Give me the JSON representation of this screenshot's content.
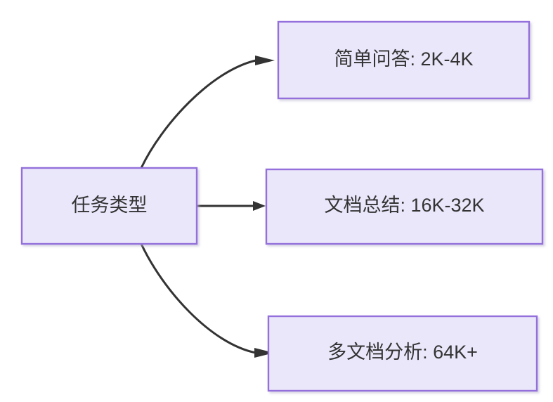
{
  "diagram": {
    "type": "flowchart",
    "direction": "left-to-right",
    "background_color": "#ffffff",
    "node_fill_color": "#ebe7fb",
    "node_border_color": "#9370db",
    "node_text_color": "#333333",
    "edge_color": "#333333",
    "source_node": {
      "id": "task-type",
      "label": "任务类型"
    },
    "target_nodes": [
      {
        "id": "simple-qa",
        "label": "简单问答: 2K-4K"
      },
      {
        "id": "doc-summary",
        "label": "文档总结: 16K-32K"
      },
      {
        "id": "multi-doc-analysis",
        "label": "多文档分析: 64K+"
      }
    ],
    "edges": [
      {
        "from": "任务类型",
        "to": "简单问答: 2K-4K",
        "style": "curved-arrow",
        "label": ""
      },
      {
        "from": "任务类型",
        "to": "文档总结: 16K-32K",
        "style": "straight-arrow",
        "label": ""
      },
      {
        "from": "任务类型",
        "to": "多文档分析: 64K+",
        "style": "curved-arrow",
        "label": ""
      }
    ]
  }
}
